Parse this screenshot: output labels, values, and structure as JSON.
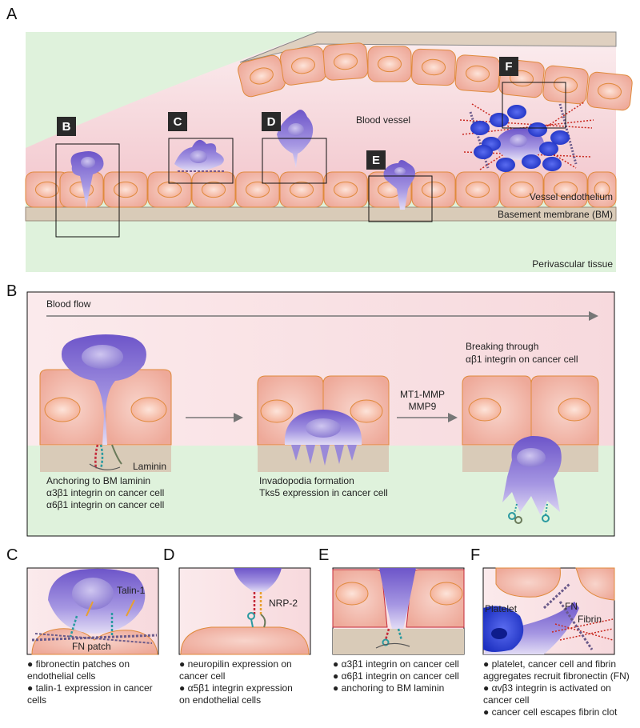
{
  "panel_labels": {
    "a": "A",
    "b": "B",
    "c": "C",
    "d": "D",
    "e": "E",
    "f": "F"
  },
  "panel_a": {
    "box_letters": {
      "b": "B",
      "c": "C",
      "d": "D",
      "e": "E",
      "f": "F"
    },
    "blood_vessel": "Blood vessel",
    "vessel_endothelium": "Vessel endothelium",
    "basement_membrane": "Basement membrane (BM)",
    "perivascular_tissue": "Perivascular tissue"
  },
  "panel_b": {
    "blood_flow": "Blood flow",
    "laminin": "Laminin",
    "anchoring_title": "Anchoring to BM laminin",
    "anchoring_items": [
      "α3β1 integrin on cancer cell",
      "α6β1 integrin on cancer cell"
    ],
    "invadopodia_title": "Invadopodia formation",
    "invadopodia_items": [
      "Tks5 expression in cancer cell"
    ],
    "mmp_labels": [
      "MT1-MMP",
      "MMP9"
    ],
    "breaking_title": "Breaking through",
    "breaking_items": [
      "αβ1 integrin on cancer cell"
    ]
  },
  "panel_c": {
    "talin_label": "Talin-1",
    "fn_patch_label": "FN patch",
    "bullets": [
      "fibronectin patches on",
      "endothelial cells",
      "talin-1 expression in cancer",
      "cells"
    ]
  },
  "panel_d": {
    "nrp_label": "NRP-2",
    "bullets": [
      "neuropilin expression on",
      "cancer cell",
      "α5β1 integrin expression",
      "on endothelial cells"
    ]
  },
  "panel_e": {
    "bullets": [
      "α3β1 integrin on cancer cell",
      "α6β1 integrin on cancer cell",
      "anchoring to BM laminin"
    ]
  },
  "panel_f": {
    "platelet_label": "Platelet",
    "fn_label": "FN",
    "fibrin_label": "Fibrin",
    "bullets": [
      "platelet, cancer cell and fibrin",
      "aggregates recruit fibronectin (FN)",
      "αvβ3 integrin is activated on",
      "cancer cell",
      "cancer cell escapes fibrin clot"
    ]
  },
  "colors": {
    "vessel_pink": "#f6d5da",
    "endothelial_cell": "#f2b9ae",
    "cell_outline": "#e08a3c",
    "cancer_cell": "#8f7bd6",
    "perivascular_green": "#dff2dc",
    "basement_membrane": "#d9cbb8",
    "platelet_blue": "#2a3fd6",
    "fibrin_red": "#d03020"
  }
}
